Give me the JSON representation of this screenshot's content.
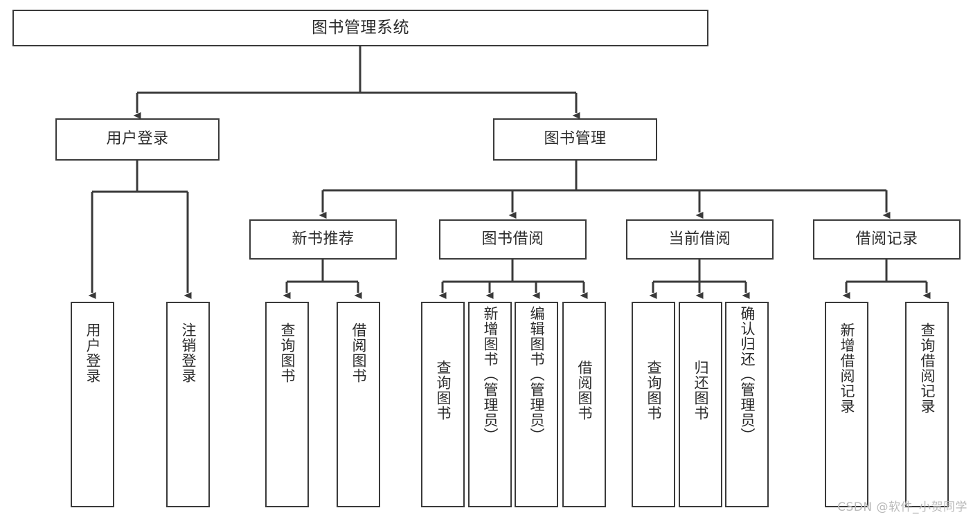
{
  "diagram": {
    "title": "图书管理系统",
    "watermark": "CSDN @软件_小贺同学",
    "line_color": "#3a3a3a",
    "text_color": "#2b2b2b",
    "background": "#ffffff"
  },
  "root": {
    "label": "图书管理系统"
  },
  "level2": [
    {
      "label": "用户登录"
    },
    {
      "label": "图书管理"
    }
  ],
  "level3": [
    {
      "label": "新书推荐"
    },
    {
      "label": "图书借阅"
    },
    {
      "label": "当前借阅"
    },
    {
      "label": "借阅记录"
    }
  ],
  "leaves": {
    "user_login": [
      {
        "label": "用户登录"
      },
      {
        "label": "注销登录"
      }
    ],
    "new_book": [
      {
        "label": "查询图书"
      },
      {
        "label": "借阅图书"
      }
    ],
    "book_borrow": [
      {
        "label": "查询图书"
      },
      {
        "label": "新增图书（管理员）"
      },
      {
        "label": "编辑图书（管理员）"
      },
      {
        "label": "借阅图书"
      }
    ],
    "current_borrow": [
      {
        "label": "查询图书"
      },
      {
        "label": "归还图书"
      },
      {
        "label": "确认归还（管理员）"
      }
    ],
    "borrow_record": [
      {
        "label": "新增借阅记录"
      },
      {
        "label": "查询借阅记录"
      }
    ]
  }
}
